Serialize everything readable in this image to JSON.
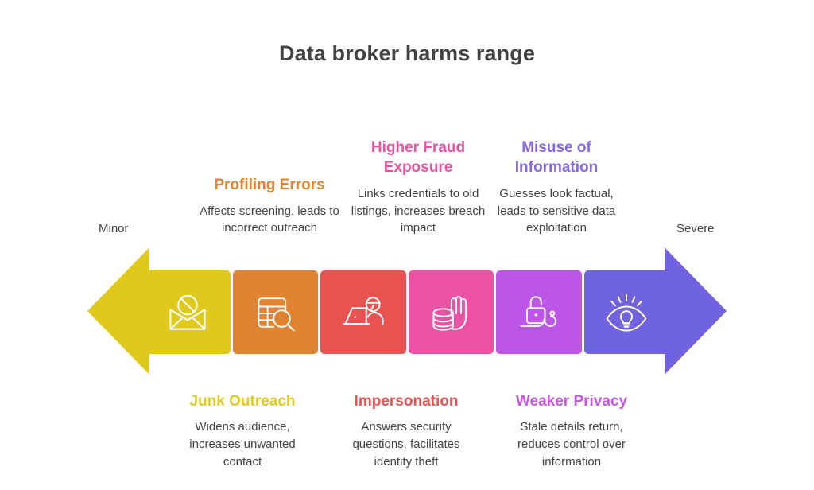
{
  "title": "Data broker harms range",
  "scale": {
    "left_label": "Minor",
    "right_label": "Severe",
    "left_arrow_color": "#E0C81C",
    "right_arrow_color": "#6F63E0"
  },
  "tiles": [
    {
      "id": "junk-outreach",
      "color": "#E0C81C",
      "icon": "blocked-envelope-icon"
    },
    {
      "id": "profiling",
      "color": "#E08431",
      "icon": "table-search-icon"
    },
    {
      "id": "impersonation",
      "color": "#E8524F",
      "icon": "person-laptop-icon"
    },
    {
      "id": "fraud",
      "color": "#EB52A4",
      "icon": "hand-coins-icon"
    },
    {
      "id": "weaker-privacy",
      "color": "#BC55E8",
      "icon": "unlocked-padlock-icon"
    },
    {
      "id": "misuse",
      "color": "#6F63E0",
      "icon": "eye-lightbulb-icon"
    }
  ],
  "callouts": {
    "profiling": {
      "title": "Profiling Errors",
      "description": "Affects screening, leads to incorrect outreach",
      "color": "#E08431"
    },
    "fraud": {
      "title": "Higher Fraud Exposure",
      "description": "Links credentials to old listings, increases breach impact",
      "color": "#EB52A4"
    },
    "misuse": {
      "title": "Misuse of Information",
      "description": "Guesses look factual, leads to sensitive data exploitation",
      "color": "#8468E8"
    },
    "junk": {
      "title": "Junk Outreach",
      "description": "Widens audience, increases unwanted contact",
      "color": "#E0CA1C"
    },
    "impersonation": {
      "title": "Impersonation",
      "description": "Answers security questions, facilitates identity theft",
      "color": "#E8524F"
    },
    "privacy": {
      "title": "Weaker Privacy",
      "description": "Stale details return, reduces control over information",
      "color": "#C955E8"
    }
  }
}
